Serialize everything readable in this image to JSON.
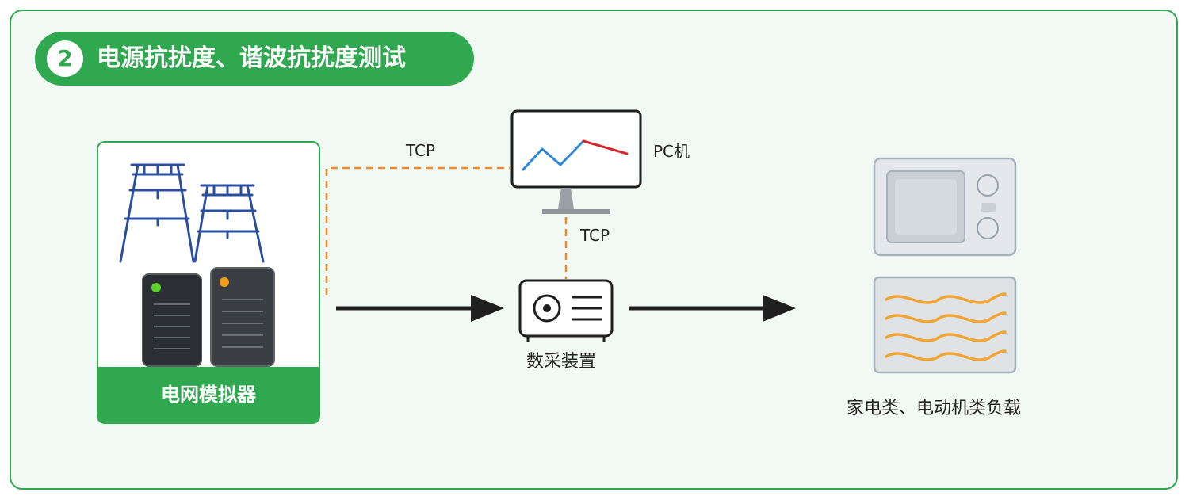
{
  "header": {
    "number": "2",
    "title": "电源抗扰度、谐波抗扰度测试"
  },
  "simulator": {
    "label": "电网模拟器"
  },
  "pc": {
    "label": "PC机"
  },
  "links": {
    "tcp_top": "TCP",
    "tcp_mid": "TCP"
  },
  "daq": {
    "label": "数采装置"
  },
  "loads": {
    "label": "家电类、电动机类负载"
  },
  "colors": {
    "accent": "#2fa84f",
    "panel_bg": "#f2f9f4",
    "dashed_link": "#f08a24",
    "tower": "#2a4f9e",
    "chart_blue": "#2d86d8",
    "chart_red": "#d62828",
    "heat_wave": "#f2a533"
  },
  "icons": [
    "tower-icon",
    "server-icon",
    "monitor-icon",
    "daq-device-icon",
    "microwave-icon",
    "heater-icon",
    "arrow-icon"
  ]
}
